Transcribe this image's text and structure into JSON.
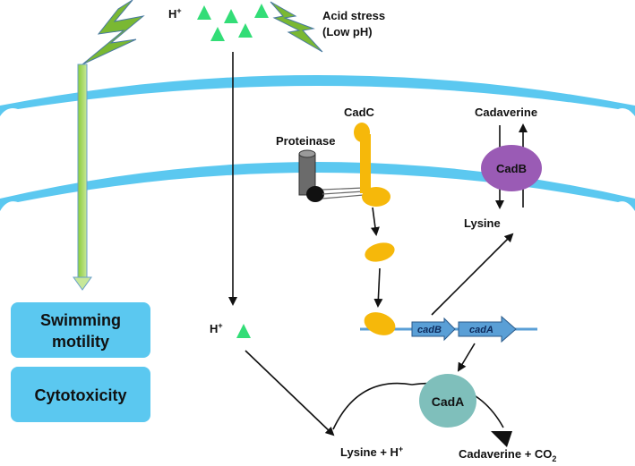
{
  "stimulus": {
    "proton_label": "H",
    "proton_charge": "+",
    "stress_line1": "Acid stress",
    "stress_line2": "(Low pH)"
  },
  "membrane_proteins": {
    "cadc": "CadC",
    "proteinase": "Proteinase",
    "cadb": "CadB",
    "cadaverine": "Cadaverine",
    "lysine": "Lysine"
  },
  "genes": {
    "gene1": "cadB",
    "gene2": "cadA"
  },
  "cytoplasm": {
    "proton_label": "H",
    "proton_charge": "+",
    "enzyme": "CadA",
    "substrate_text": "Lysine + H",
    "substrate_charge": "+",
    "product_text": "Cadaverine + CO",
    "product_sub": "2"
  },
  "phenotypes": {
    "box1_line1": "Swimming",
    "box1_line2": "motility",
    "box2": "Cytotoxicity"
  },
  "colors": {
    "membrane": "#5bc8f0",
    "proton": "#33dd77",
    "cadc": "#f6b80a",
    "cadb": "#9a5bb5",
    "cada": "#7fbfbb",
    "phenotype_box": "#5bc8f0",
    "lightning": "#7ab833",
    "gene_arrow": "#5a9fd6"
  }
}
